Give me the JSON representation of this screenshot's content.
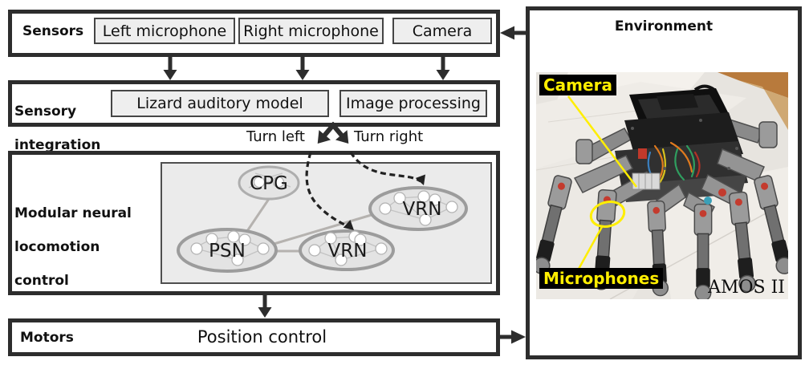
{
  "figure": {
    "sensors": {
      "title": "Sensors",
      "items": [
        "Left microphone",
        "Right microphone",
        "Camera"
      ]
    },
    "sensory_integration": {
      "title_line1": "Sensory",
      "title_line2": "integration",
      "items": [
        "Lizard auditory model",
        "Image processing"
      ]
    },
    "turn_left": "Turn left",
    "turn_right": "Turn right",
    "locomotion": {
      "title_line1": "Modular neural",
      "title_line2": "locomotion",
      "title_line3": "control",
      "nodes": {
        "cpg": "CPG",
        "psn": "PSN",
        "vrn_left": "VRN",
        "vrn_right": "VRN"
      }
    },
    "motors": {
      "title": "Motors",
      "content": "Position control"
    },
    "environment": {
      "title": "Environment",
      "camera_label": "Camera",
      "microphones_label": "Microphones",
      "robot_name": "AMOS II"
    }
  },
  "colors": {
    "box_border": "#2d2d2d",
    "chip_fill": "#eeeeee",
    "panel_fill": "#ebebeb",
    "ellipse_fill": "#e3e3e3",
    "ellipse_stroke": "#9c9c9c",
    "connector": "#b5b2af",
    "dashed_arrow": "#222222",
    "annotation_text": "#ffee00",
    "annotation_bg": "#000000",
    "floor_tan": "#b87a3c"
  }
}
